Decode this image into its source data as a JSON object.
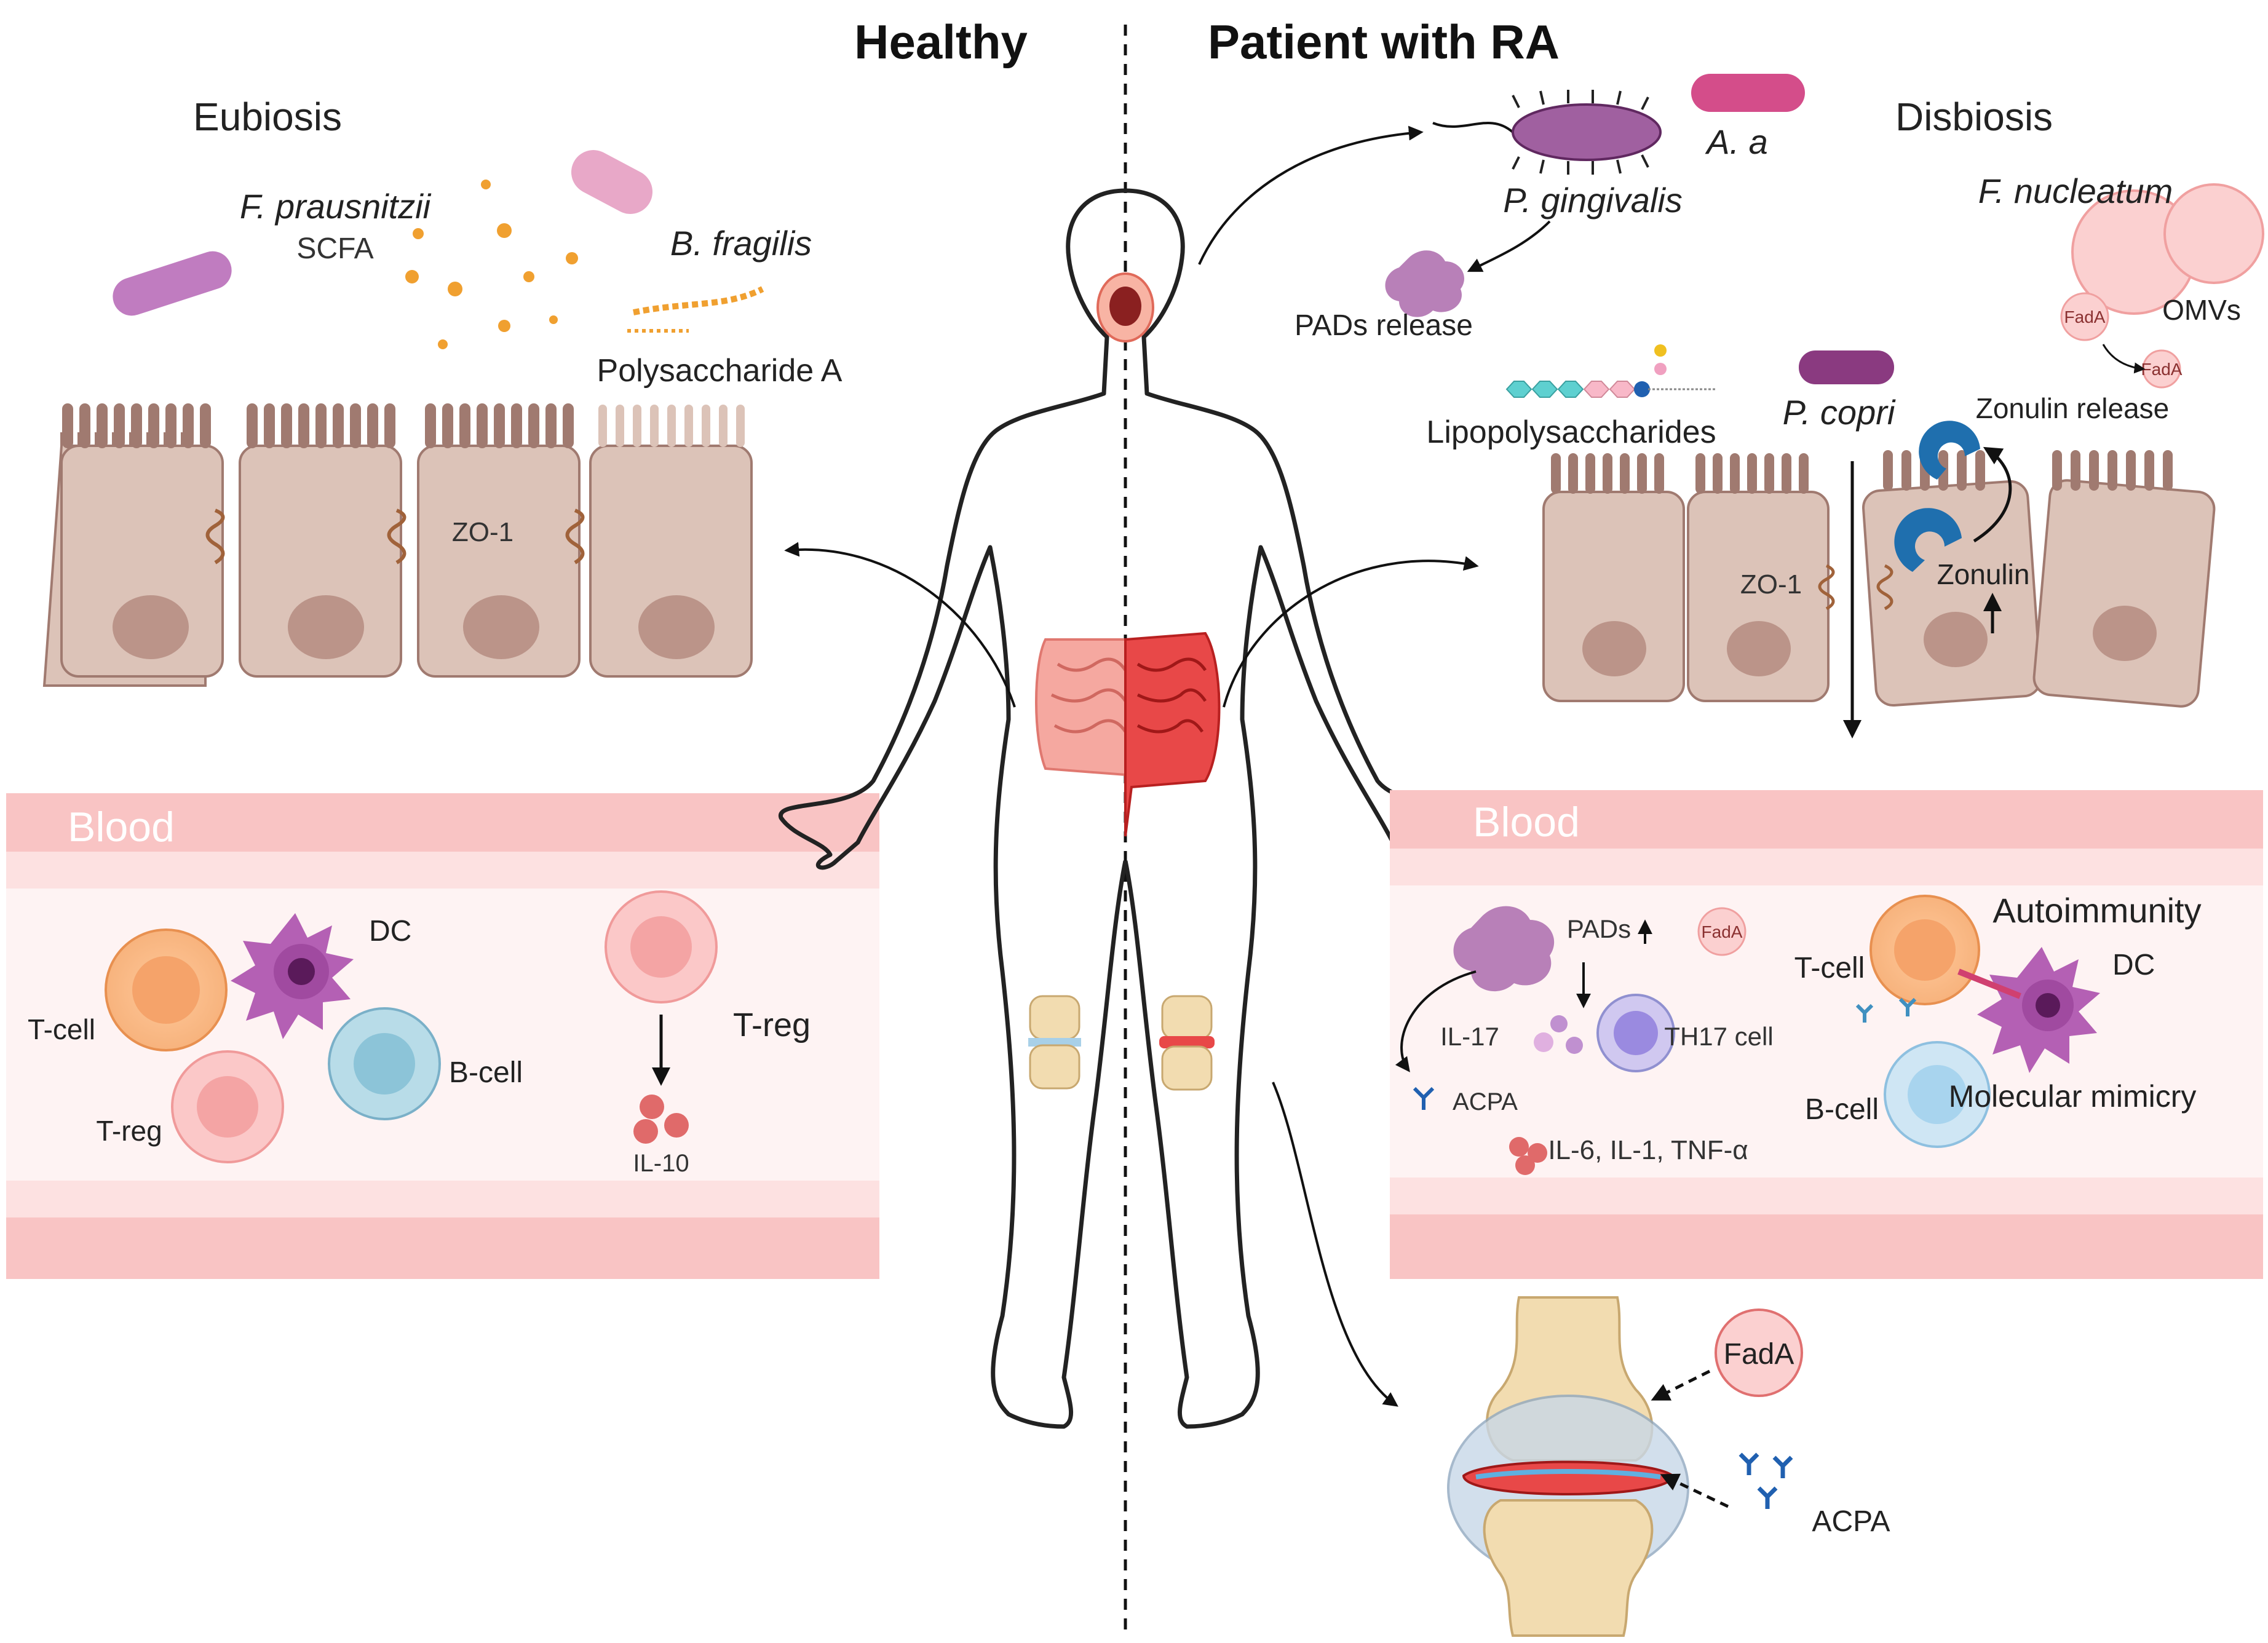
{
  "headers": {
    "left": "Healthy",
    "right": "Patient with RA"
  },
  "left_panel": {
    "section_title": "Eubiosis",
    "bacteria": [
      {
        "name": "F. prausnitzii",
        "product": "SCFA"
      },
      {
        "name": "B. fragilis",
        "product": "Polysaccharide A"
      }
    ],
    "junction_label": "ZO-1",
    "blood_label": "Blood",
    "cells": [
      "T-cell",
      "DC",
      "B-cell",
      "T-reg",
      "T-reg"
    ],
    "cytokine": "IL-10"
  },
  "right_panel": {
    "section_title": "Disbiosis",
    "oral_bacteria": [
      {
        "name": "A. a"
      },
      {
        "name": "P. gingivalis"
      }
    ],
    "pads_release": "PADs release",
    "fusobacterium": {
      "name": "F. nucleatum",
      "omv_label": "OMVs",
      "adhesin": "FadA"
    },
    "lps_label": "Lipopolysaccharides",
    "p_copri": "P. copri",
    "zonulin_release": "Zonulin release",
    "zonulin": "Zonulin",
    "junction_label": "ZO-1",
    "blood_label": "Blood",
    "pads_label": "PADs",
    "fada_label": "FadA",
    "il17_label": "IL-17",
    "th17_label": "TH17 cell",
    "acpa_label": "ACPA",
    "cytokines_label": "IL-6, IL-1, TNF-α",
    "autoimmunity_label": "Autoimmunity",
    "tcell_label": "T-cell",
    "dc_label": "DC",
    "bcell_label": "B-cell",
    "mimicry_label": "Molecular mimicry",
    "joint": {
      "fada_label": "FadA",
      "acpa_label": "ACPA"
    }
  },
  "colors": {
    "blood_band": "#f9c4c4",
    "blood_light": "#fde8e8",
    "epithelium": "#dcc3b8",
    "nucleus": "#bb9489",
    "bacteria_purple": "#b070b0",
    "zonulin_blue": "#1f6fae",
    "inflamed_red": "#e04848"
  }
}
